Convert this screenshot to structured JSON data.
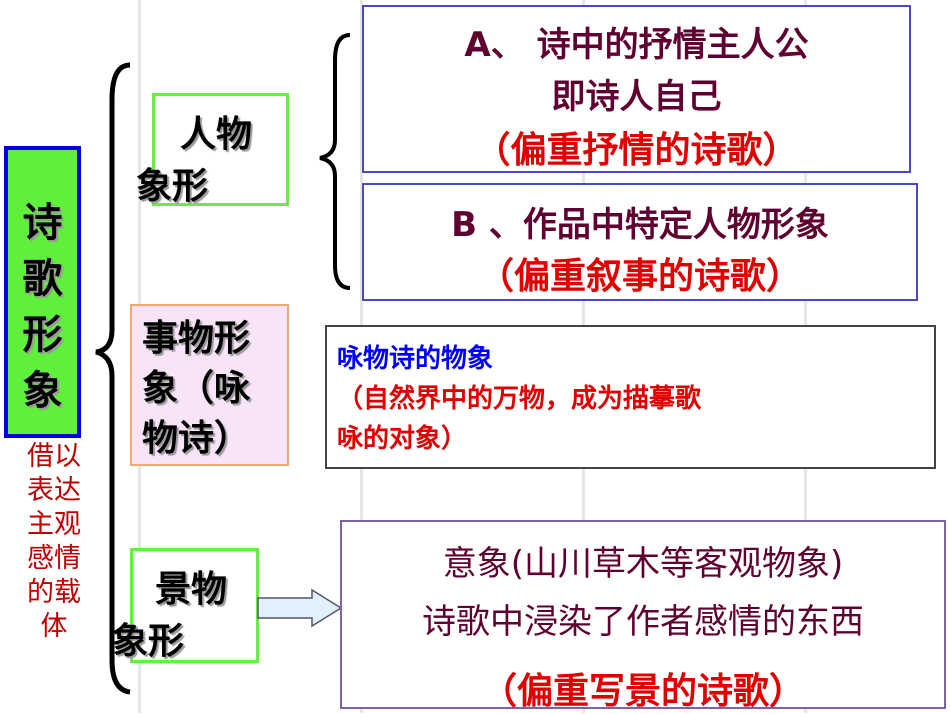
{
  "root": {
    "label": "诗歌形象",
    "note": "借以表达主观感情的载体"
  },
  "categories": [
    {
      "label_line1": "人物",
      "label_line2": "象形"
    },
    {
      "label": "事物形象（咏物诗）"
    },
    {
      "label_line1": "景物",
      "label_line2": "象形"
    }
  ],
  "person": {
    "a_line1": "A、 诗中的抒情主人公",
    "a_line2": "即诗人自己",
    "a_line3": "（偏重抒情的诗歌）",
    "b_line1": "B 、作品中特定人物形象",
    "b_line2": "（偏重叙事的诗歌）"
  },
  "object": {
    "line1": "咏物诗的物象",
    "line2": "（自然界中的万物，成为描摹歌",
    "line3": "咏的对象）"
  },
  "scene": {
    "line1": "意象(山川草木等客观物象)",
    "line2": "诗歌中浸染了作者感情的东西",
    "line3": "（偏重写景的诗歌）"
  },
  "colors": {
    "root_fill": "#5ef03a",
    "root_border": "#0000e0",
    "accent_red": "#e00000",
    "dark_text": "#600030",
    "blue_text": "#0000ff"
  }
}
